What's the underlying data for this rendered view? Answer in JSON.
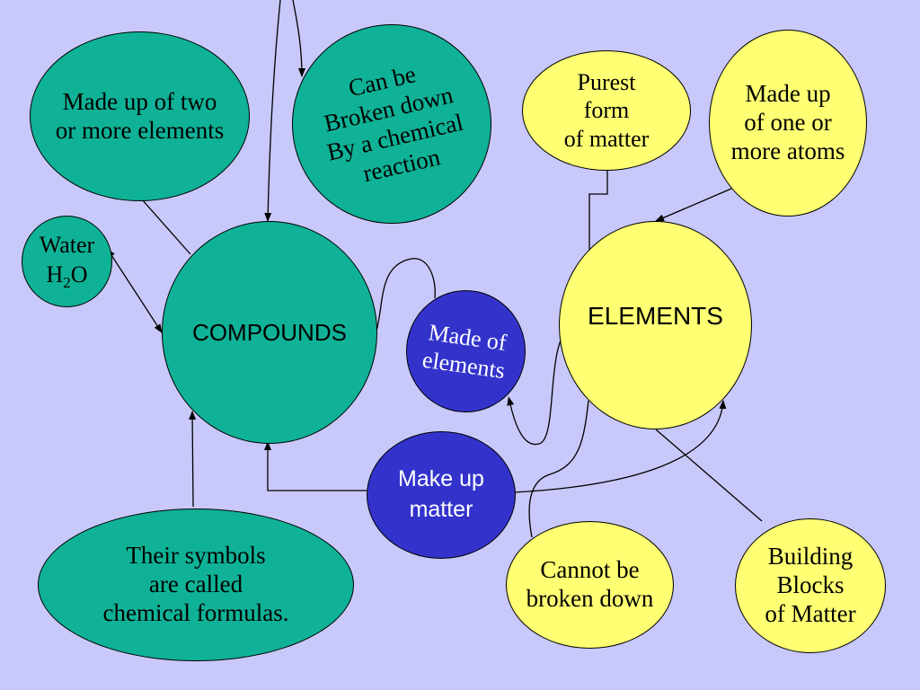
{
  "nodes": {
    "made_up_two": "Made up of two\nor more elements",
    "can_be_broken": "Can be\nBroken down\nBy a chemical\nreaction",
    "purest_form": "Purest\nform\nof matter",
    "made_up_one": "Made up\nof one or\nmore atoms",
    "water_line1": "Water",
    "water_h": "H",
    "water_sub": "2",
    "water_o": "O",
    "compounds": "COMPOUNDS",
    "made_of_elements": "Made of\nelements",
    "elements": "ELEMENTS",
    "make_up_matter": "Make up\nmatter",
    "their_symbols": "Their symbols\nare called\nchemical formulas.",
    "cannot_be_broken": "Cannot be\nbroken down",
    "building_blocks": "Building\nBlocks\nof Matter"
  },
  "colors": {
    "background": "#c8c8fa",
    "compound_green": "#0fb296",
    "element_yellow": "#ffff73",
    "matter_blue": "#3333cc"
  }
}
